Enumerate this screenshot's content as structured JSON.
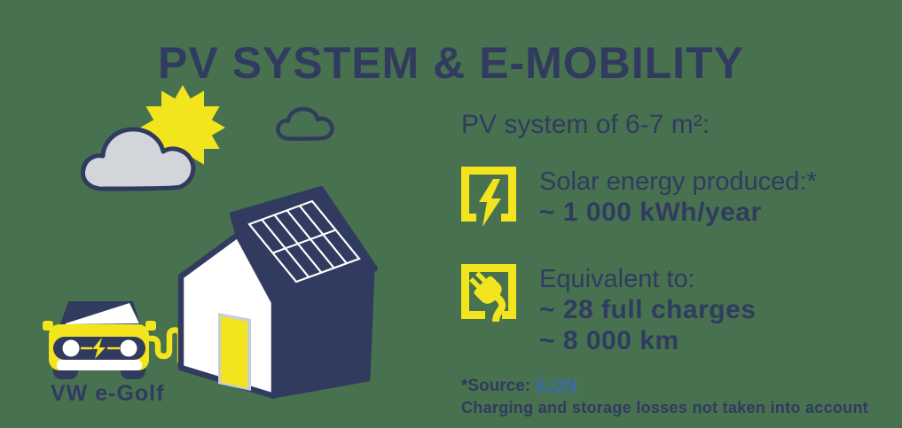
{
  "title": "PV SYSTEM & E-MOBILITY",
  "illustration": {
    "car_label": "VW e-Golf",
    "icons": [
      "sun-icon",
      "cloud-icon",
      "small-cloud-icon",
      "house-icon",
      "solar-panel-icon",
      "door",
      "car-icon",
      "charging-cable-icon"
    ]
  },
  "panel": {
    "heading": "PV system of 6-7 m²:",
    "rows": [
      {
        "icon": "lightning-bolt-icon",
        "label": "Solar energy produced:*",
        "values": [
          "~ 1 000 kWh/year"
        ]
      },
      {
        "icon": "power-plug-icon",
        "label": "Equivalent to:",
        "values": [
          "~ 28 full charges",
          "~ 8 000 km"
        ]
      }
    ],
    "footnote": {
      "source_prefix": "*Source:",
      "source_link": "E.ON",
      "note": "Charging and storage losses not taken into account"
    }
  },
  "colors": {
    "background": "#47714F",
    "navy": "#313B5F",
    "yellow": "#F3E51D",
    "cloud_gray": "#D2D6DA",
    "link_blue": "#3A6CAE",
    "white": "#FFFFFF",
    "door_frame_silver": "#C9CDD4"
  }
}
